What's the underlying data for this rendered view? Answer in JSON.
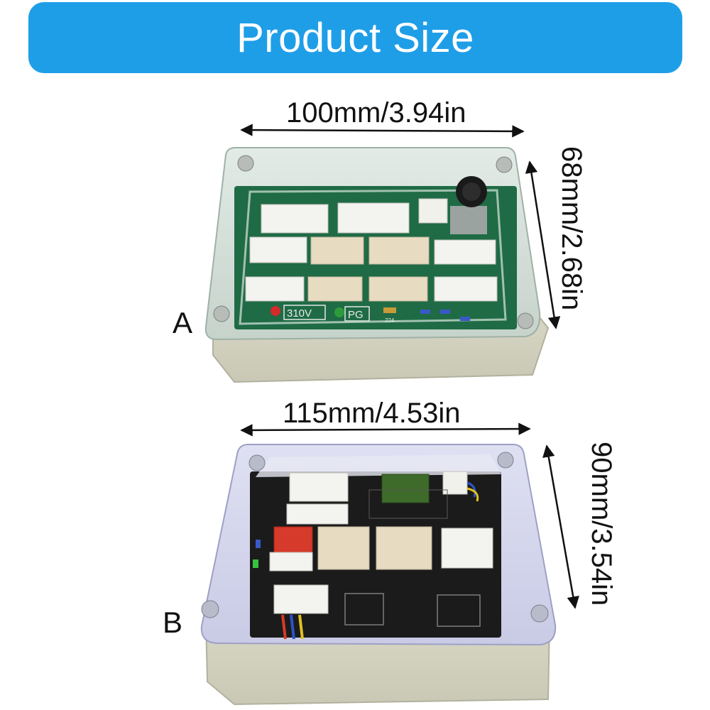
{
  "banner": {
    "title": "Product Size",
    "color": "#1f9ee8"
  },
  "product_a": {
    "label": "A",
    "width_dimension": "100mm/3.94in",
    "height_dimension": "68mm/2.68in",
    "board_color": "#1f6b45",
    "board_markings": [
      "310V",
      "PG",
      "224"
    ]
  },
  "product_b": {
    "label": "B",
    "width_dimension": "115mm/4.53in",
    "height_dimension": "90mm/3.54in",
    "board_color": "#1b1b1b"
  }
}
